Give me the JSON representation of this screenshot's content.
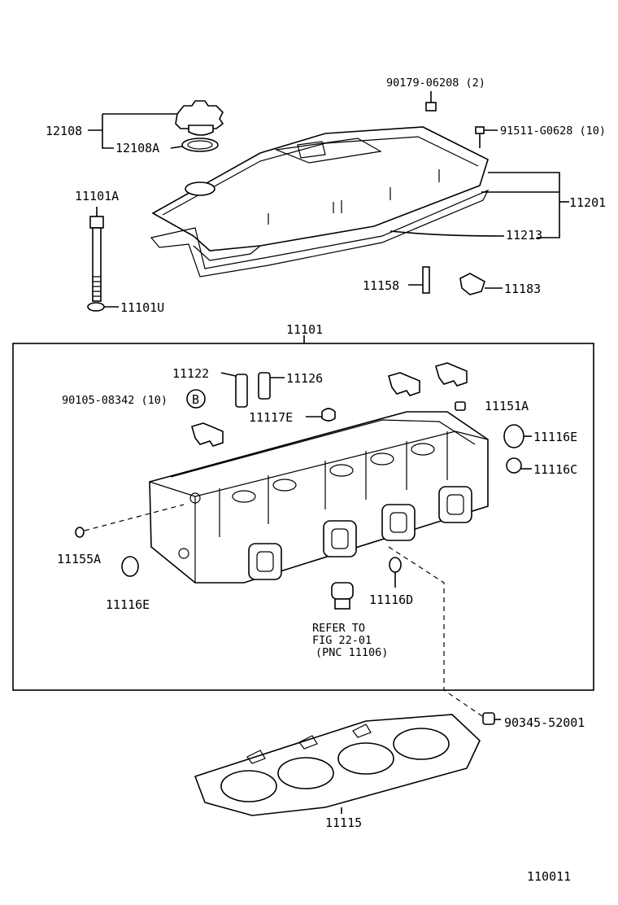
{
  "labels": {
    "p_90179": "90179-06208 (2)",
    "p_12108": "12108",
    "p_12108a": "12108A",
    "p_91511": "91511-G0628 (10)",
    "p_11201": "11201",
    "p_11101a": "11101A",
    "p_11213": "11213",
    "p_11158": "11158",
    "p_11183": "11183",
    "p_11101u": "11101U",
    "p_11101": "11101",
    "p_11122": "11122",
    "p_11126": "11126",
    "p_90105": "90105-08342 (10)",
    "p_b_ref": "B",
    "p_11151a": "11151A",
    "p_11117e": "11117E",
    "p_11116e_top": "11116E",
    "p_11116c": "11116C",
    "p_11155a": "11155A",
    "p_11116e_bot": "11116E",
    "p_11116d": "11116D",
    "refer_line1": "REFER TO",
    "refer_line2": "FIG 22-01",
    "refer_line3": "(PNC 11106)",
    "p_90345": "90345-52001",
    "p_11115": "11115",
    "figure_number": "110011"
  }
}
